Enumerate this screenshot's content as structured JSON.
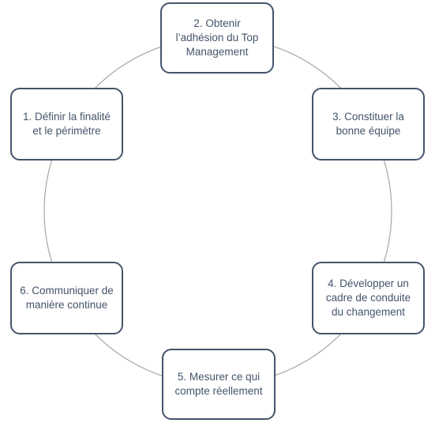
{
  "diagram": {
    "type": "cycle",
    "ring_color": "#a6a6a6",
    "box_border_color": "#44546a",
    "text_color": "#44546a",
    "steps": [
      {
        "label": "1. Définir la finalité\net le périmètre"
      },
      {
        "label": "2. Obtenir\nl’adhésion du Top\nManagement"
      },
      {
        "label": "3. Constituer la\nbonne équipe"
      },
      {
        "label": "4. Développer un\ncadre de conduite\ndu changement"
      },
      {
        "label": "5. Mesurer ce qui\ncompte réellement"
      },
      {
        "label": "6. Communiquer de\nmanière continue"
      }
    ]
  }
}
